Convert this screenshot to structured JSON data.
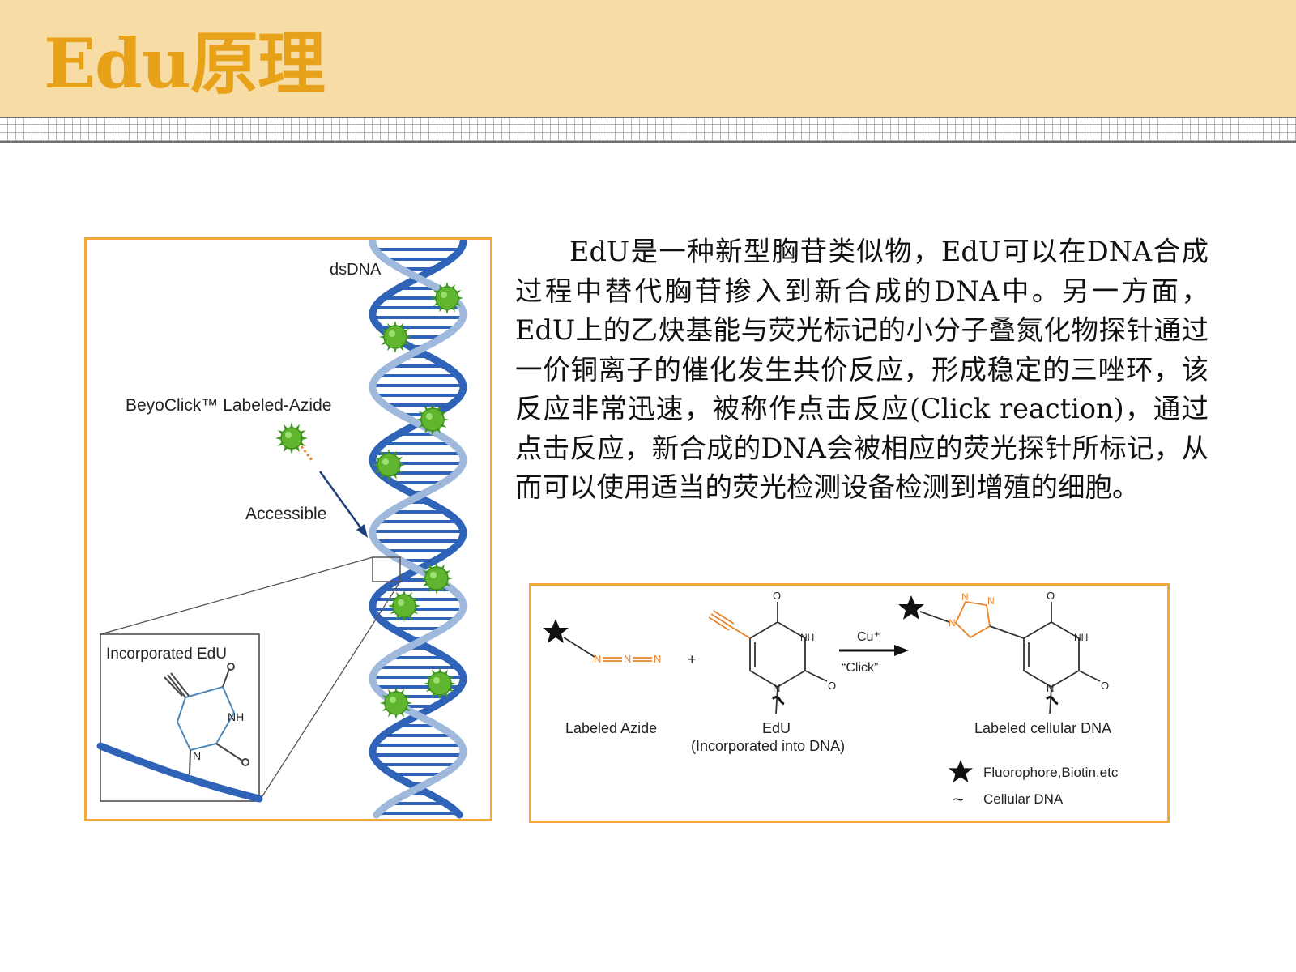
{
  "page": {
    "title": "Edu原理"
  },
  "colors": {
    "header_bg": "#f7dca5",
    "title": "#e8a21a",
    "figure_border": "#f2a93b",
    "dna_blue": "#2f63b8",
    "azide_orange": "#e8832a",
    "marker_green": "#5fb52e"
  },
  "left_figure": {
    "dsdna_label": "dsDNA",
    "azide_label": "BeyoClick™ Labeled-Azide",
    "accessible_label": "Accessible",
    "inset_title": "Incorporated EdU",
    "inset_nh": "NH",
    "inset_n": "N"
  },
  "body_text": "EdU是一种新型胸苷类似物，EdU可以在DNA合成过程中替代胸苷掺入到新合成的DNA中。另一方面，EdU上的乙炔基能与荧光标记的小分子叠氮化物探针通过一价铜离子的催化发生共价反应，形成稳定的三唑环，该反应非常迅速，被称作点击反应(Click reaction)，通过点击反应，新合成的DNA会被相应的荧光探针所标记，从而可以使用适当的荧光检测设备检测到增殖的细胞。",
  "reaction_figure": {
    "labeled_azide": "Labeled Azide",
    "edu": "EdU",
    "edu_note": "(Incorporated into DNA)",
    "labeled_dna": "Labeled cellular DNA",
    "catalyst": "Cu⁺",
    "click": "“Click”",
    "plus": "+",
    "atom_n": "N",
    "atom_o": "O",
    "atom_nh": "NH",
    "legend_star": "Fluorophore,Biotin,etc",
    "legend_wave": "Cellular DNA",
    "wave_glyph": "~"
  }
}
